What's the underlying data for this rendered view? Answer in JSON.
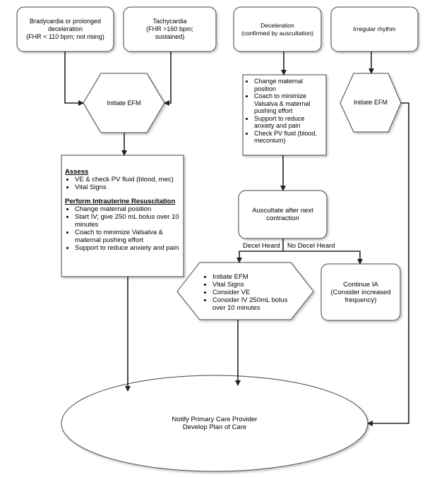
{
  "nodes": {
    "bradycardia": [
      "Bradycardia or prolonged",
      "deceleration",
      "(FHR < 110 bpm; not rising)"
    ],
    "tachycardia": [
      "Tachycardia",
      "(FHR >160 bpm;",
      "sustained)"
    ],
    "deceleration": [
      "Deceleration",
      "(confirmed by auscultation)"
    ],
    "irregular": [
      "Irregular rhythm"
    ],
    "initiate_efm_left": "Initiate EFM",
    "initiate_efm_right": "Initiate EFM",
    "decel_actions": [
      "Change maternal position",
      "Coach to minimize Valsalva & maternal pushing effort",
      "Support to reduce anxiety and pain",
      "Check PV fluid (blood, meconium)"
    ],
    "assess": {
      "heading": "Assess",
      "items": [
        "VE & check PV fluid (blood, mec)",
        "Vital Signs"
      ]
    },
    "resuscitation": {
      "heading": "Perform Intrauterine Resuscitation",
      "items": [
        "Change maternal position",
        "Start IV; give 250 mL bolus over 10 minutes",
        "Coach to minimize Valsalva & maternal pushing effort",
        "Support to reduce anxiety and pain"
      ]
    },
    "auscultate": [
      "Auscultate after next",
      "contraction"
    ],
    "decel_heard_actions": [
      "Initiate EFM",
      "Vital Signs",
      "Consider VE",
      "Consider IV 250mL bolus over 10 minutes"
    ],
    "continue_ia": [
      "Continue IA",
      "(Consider increased",
      "frequency)"
    ],
    "notify": [
      "Notify Primary Care Provider",
      "Develop Plan of Care"
    ]
  },
  "edge_labels": {
    "decel_heard": "Decel Heard",
    "no_decel_heard": "No Decel Heard"
  }
}
